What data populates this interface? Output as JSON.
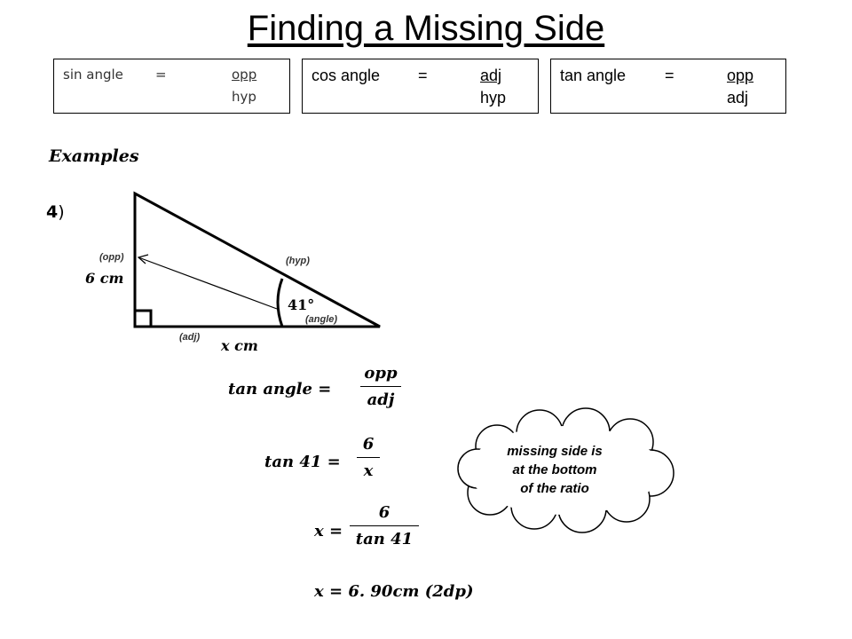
{
  "title": "Finding a Missing Side",
  "formula_boxes": [
    {
      "name": "sin angle",
      "eq": "=",
      "num": "opp",
      "den": "hyp"
    },
    {
      "name": "cos angle",
      "eq": "=",
      "num": "adj",
      "den": "hyp"
    },
    {
      "name": "tan angle",
      "eq": "=",
      "num": "opp",
      "den": "adj"
    }
  ],
  "examples_heading": "Examples",
  "problem_number": "4",
  "problem_paren": ")",
  "triangle": {
    "opp_tag": "(opp)",
    "hyp_tag": "(hyp)",
    "adj_tag": "(adj)",
    "angle_tag": "(angle)",
    "opp_value": "6 cm",
    "adj_value": "x cm",
    "angle_value": "41°"
  },
  "steps": {
    "s1_lhs": "tan angle =",
    "s1_num": "opp",
    "s1_den": "adj",
    "s2_lhs": "tan 41 =",
    "s2_num": "6",
    "s2_den": "x",
    "s3_lhs": "x =",
    "s3_num": "6",
    "s3_den": "tan 41",
    "s4": "x = 6. 90cm (2dp)"
  },
  "cloud_text": [
    "missing side is",
    "at the bottom",
    "of the ratio"
  ]
}
